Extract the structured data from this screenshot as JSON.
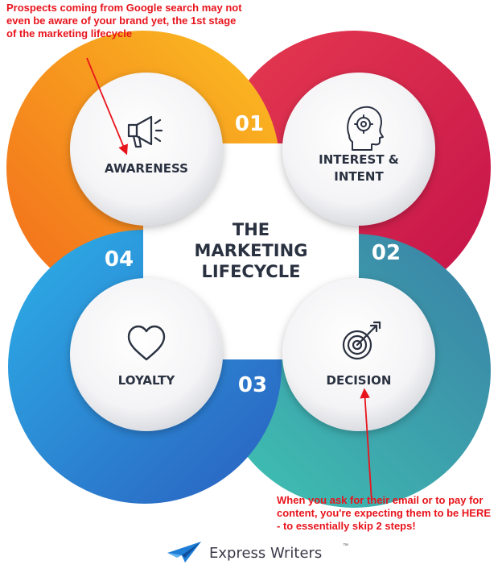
{
  "diagram": {
    "title_lines": [
      "THE",
      "MARKETING",
      "LIFECYCLE"
    ],
    "stages": [
      {
        "number": "01",
        "label_lines": [
          "AWARENESS"
        ],
        "icon": "megaphone-icon",
        "color": "#f7a21b"
      },
      {
        "number": "02",
        "label_lines": [
          "INTEREST &",
          "INTENT"
        ],
        "icon": "head-gear-icon",
        "color": "#e0224a"
      },
      {
        "number": "03",
        "label_lines": [
          "DECISION"
        ],
        "icon": "target-icon",
        "color": "#3eb8b0"
      },
      {
        "number": "04",
        "label_lines": [
          "LOYALTY"
        ],
        "icon": "heart-icon",
        "color": "#2a8fd8"
      }
    ]
  },
  "annotations": {
    "top": "Prospects coming from Google search may not even be aware of your brand yet, the 1st stage of the marketing lifecycle",
    "bottom": "When you ask for their email or to pay for content, you're expecting them to be HERE - to essentially skip 2 steps!"
  },
  "brand": {
    "name": "Express Writers",
    "mark": "™"
  },
  "colors": {
    "annotation": "#e8141c",
    "text_dark": "#2a3140",
    "number_white": "#ffffff"
  }
}
